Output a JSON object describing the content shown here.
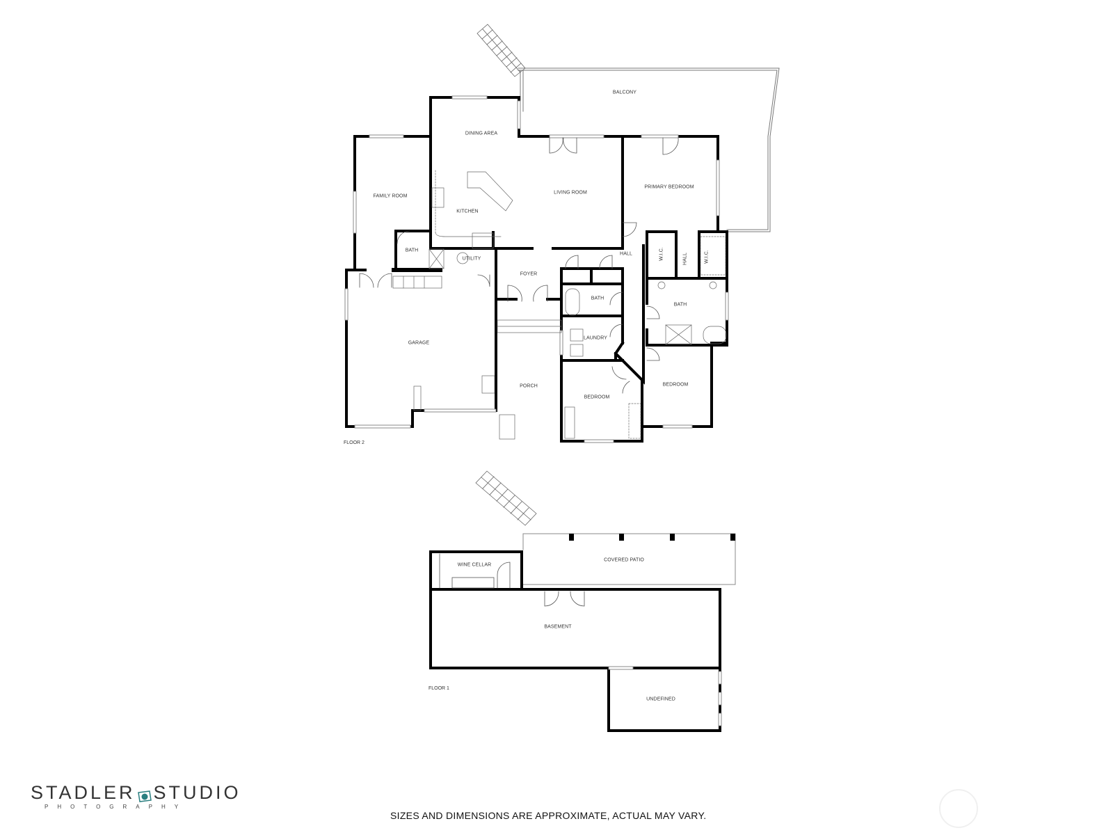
{
  "floor2": {
    "label": "FLOOR 2",
    "rooms": {
      "balcony": "BALCONY",
      "dining_area": "DINING AREA",
      "family_room": "FAMILY ROOM",
      "kitchen": "KITCHEN",
      "living_room": "LIVING ROOM",
      "primary_bedroom": "PRIMARY BEDROOM",
      "bath_small": "BATH",
      "utility": "UTILITY",
      "foyer": "FOYER",
      "hall": "HALL",
      "wic_1": "W.I.C.",
      "hall_2": "HALL",
      "wic_2": "W.I.C.",
      "bath_center": "BATH",
      "bath_primary": "BATH",
      "laundry": "LAUNDRY",
      "garage": "GARAGE",
      "porch": "PORCH",
      "bedroom_1": "BEDROOM",
      "bedroom_2": "BEDROOM"
    }
  },
  "floor1": {
    "label": "FLOOR 1",
    "rooms": {
      "wine_cellar": "WINE CELLAR",
      "covered_patio": "COVERED PATIO",
      "basement": "BASEMENT",
      "undefined": "UNDEFINED"
    }
  },
  "footer": {
    "disclaimer": "SIZES AND DIMENSIONS ARE APPROXIMATE, ACTUAL MAY VARY.",
    "logo_left": "STADLER",
    "logo_right": "STUDIO",
    "logo_sub": "PHOTOGRAPHY",
    "logo_accent": "#2a7f80"
  }
}
